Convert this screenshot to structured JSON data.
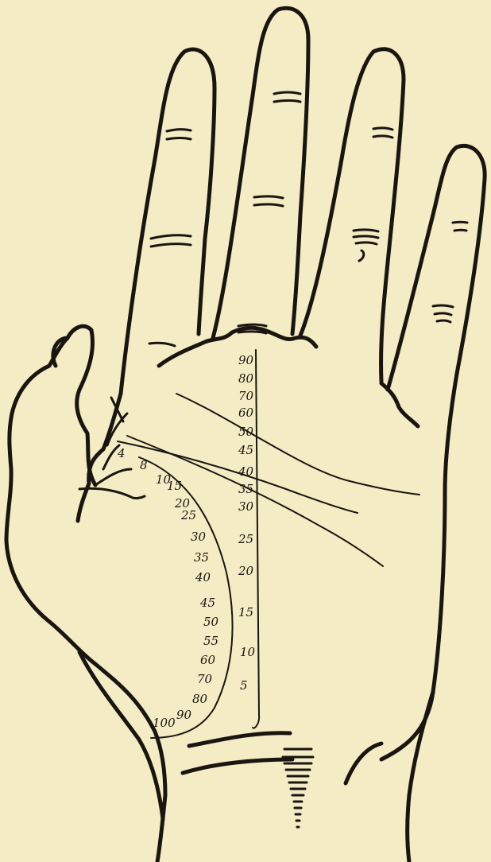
{
  "vertical_scale": {
    "labels": [
      "90",
      "80",
      "70",
      "60",
      "50",
      "45",
      "40",
      "35",
      "30",
      "25",
      "20",
      "15",
      "10",
      "5"
    ]
  },
  "thumb_scale": {
    "labels": [
      "4",
      "8",
      "10",
      "15",
      "20",
      "25",
      "30",
      "35",
      "40",
      "45",
      "50",
      "55",
      "60",
      "70",
      "80",
      "90",
      "100"
    ]
  }
}
